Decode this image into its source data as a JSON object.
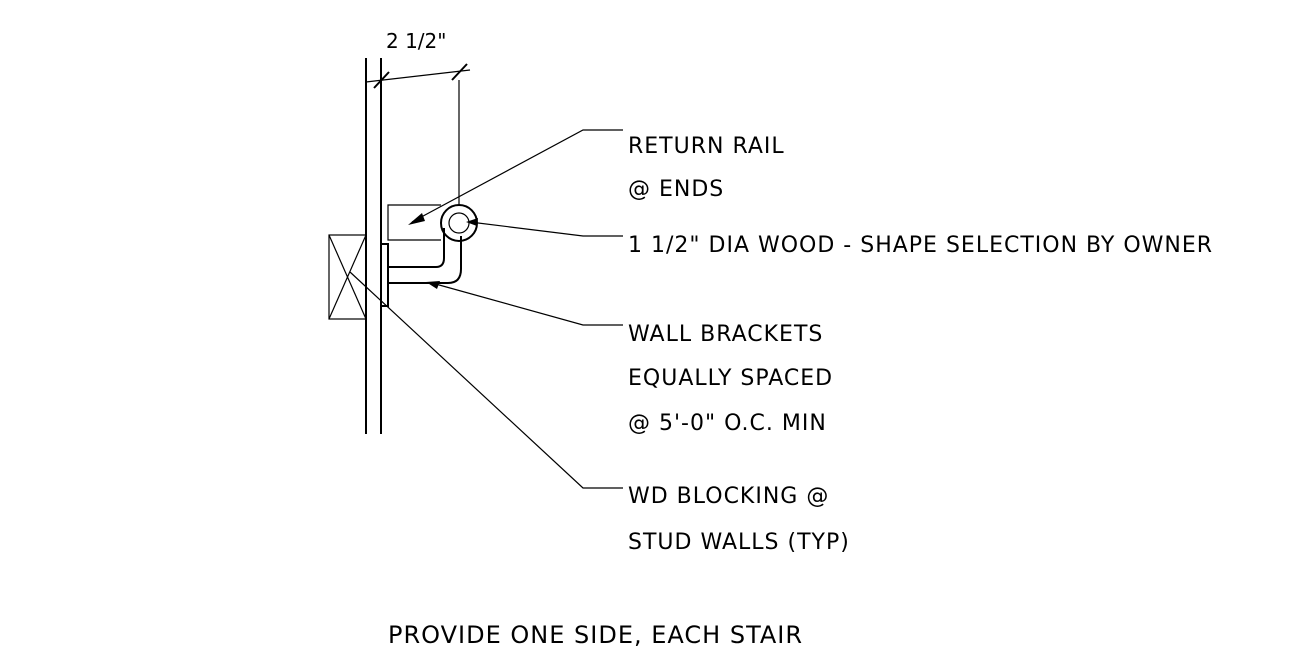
{
  "dimension": {
    "label": "2 1/2\""
  },
  "callouts": {
    "return_rail": [
      "RETURN RAIL",
      "@ ENDS"
    ],
    "handrail": [
      "1 1/2\" DIA WOOD - SHAPE SELECTION BY OWNER"
    ],
    "wall_brackets": [
      "WALL BRACKETS",
      "EQUALLY SPACED",
      "@ 5'-0\" O.C. MIN"
    ],
    "blocking": [
      "WD BLOCKING @",
      "STUD WALLS (TYP)"
    ]
  },
  "caption": "PROVIDE ONE SIDE, EACH STAIR"
}
